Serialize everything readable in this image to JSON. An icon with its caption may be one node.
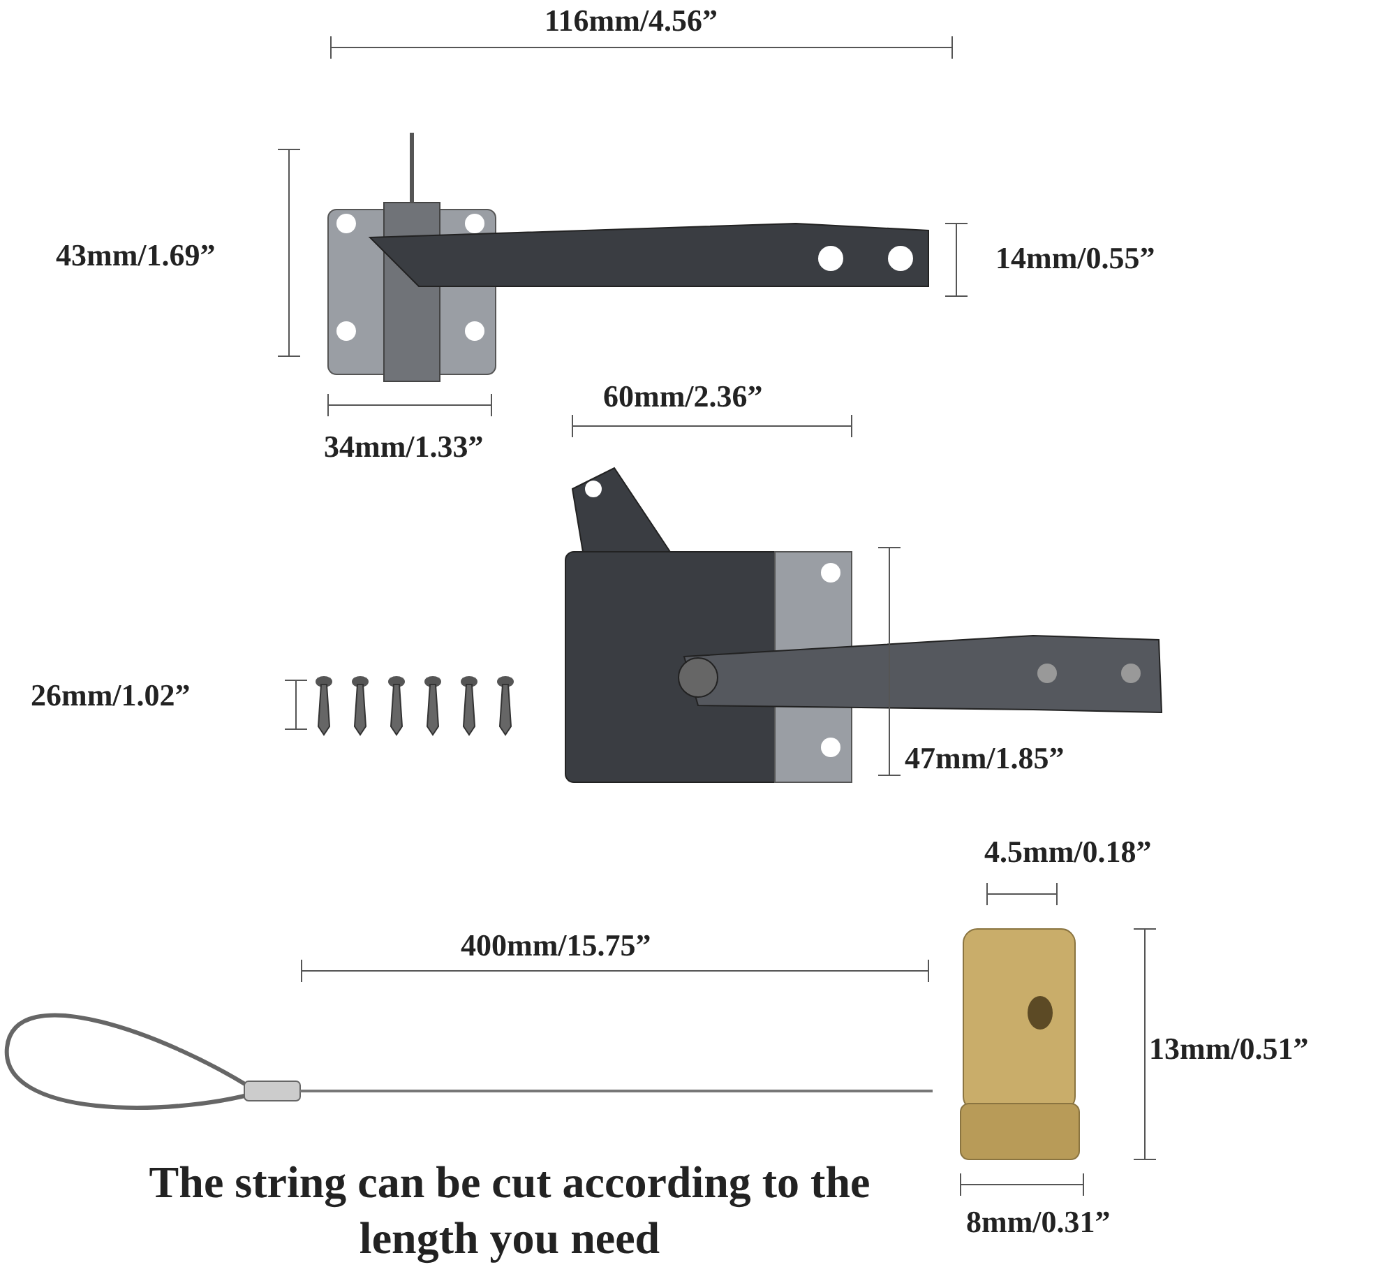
{
  "diagram": {
    "labels": [
      "116mm/4.56”",
      "43mm/1.69”",
      "14mm/0.55”",
      "34mm/1.33”",
      "60mm/2.36”",
      "26mm/1.02”",
      "47mm/1.85”",
      "4.5mm/0.18”",
      "400mm/15.75”",
      "13mm/0.51”",
      "The string can be cut according to the length you need",
      "8mm/0.31”"
    ]
  }
}
